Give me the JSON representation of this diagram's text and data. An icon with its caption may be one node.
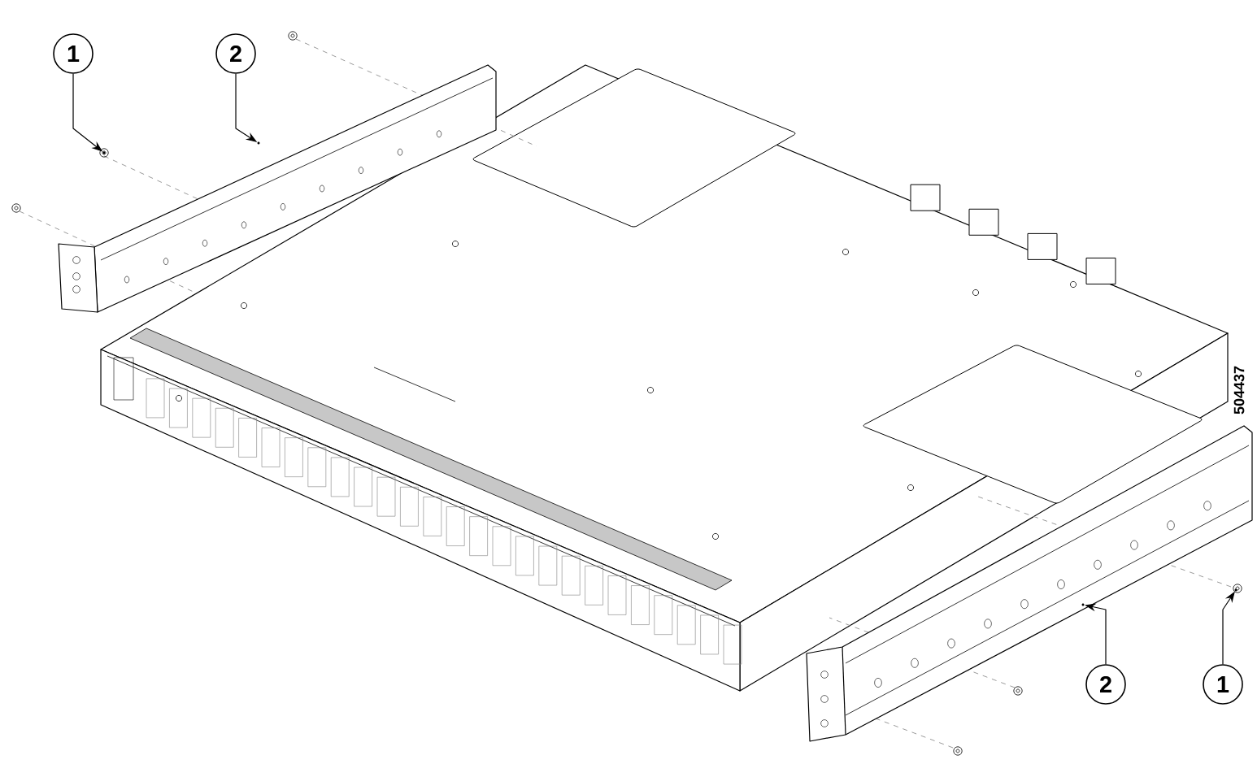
{
  "diagram": {
    "nodes": [
      {
        "text": [
          "1"
        ]
      },
      {
        "text": [
          "2"
        ]
      },
      {
        "text": [],
        "shape": "picture"
      },
      {
        "text": [],
        "shape": "picture"
      },
      {
        "text": [],
        "shape": "picture"
      },
      {
        "text": [],
        "shape": "picture"
      },
      {
        "text": [
          "2"
        ]
      },
      {
        "text": [
          "1"
        ]
      }
    ],
    "edges": [
      {
        "from": 0,
        "to": 2,
        "arrow": "to"
      },
      {
        "from": 1,
        "to": 3,
        "arrow": "to"
      },
      {
        "from": 6,
        "to": 4,
        "arrow": "to"
      },
      {
        "from": 7,
        "to": 5,
        "arrow": "to"
      }
    ],
    "labels": [
      "504437"
    ]
  }
}
